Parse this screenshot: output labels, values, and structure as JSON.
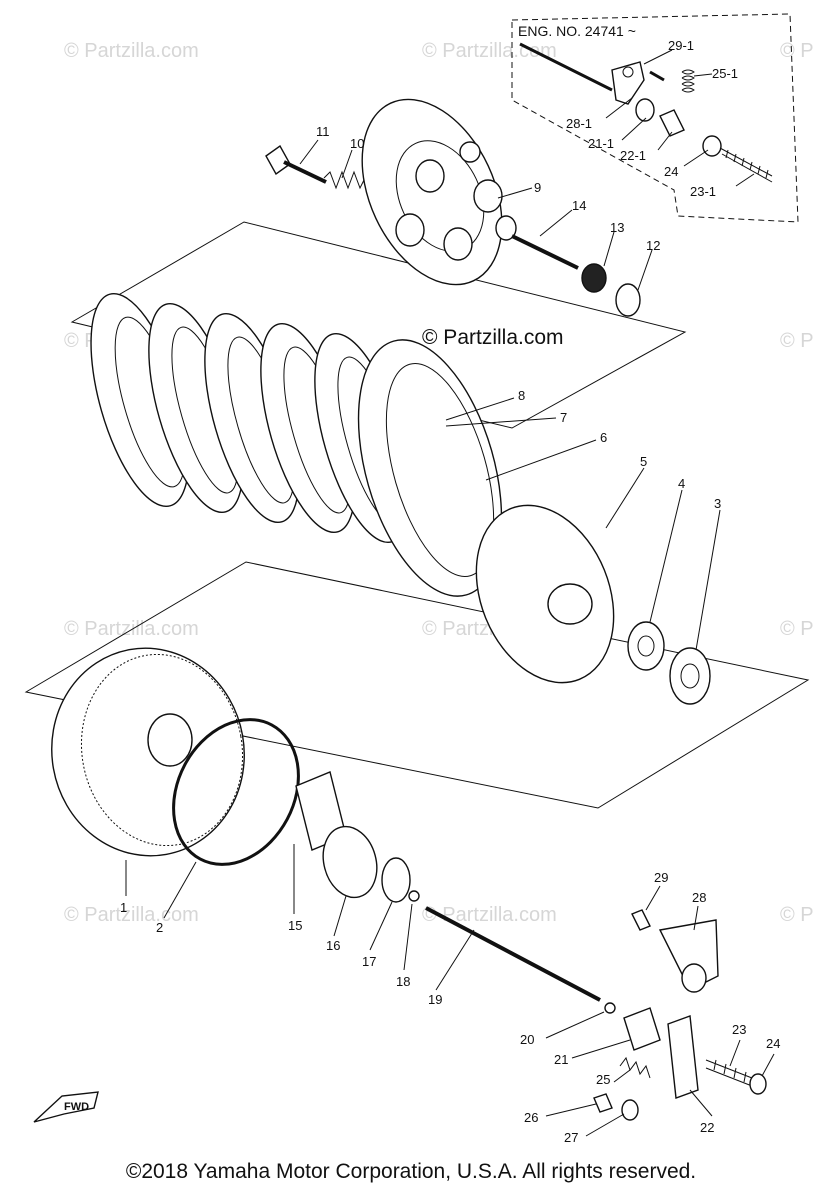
{
  "watermark_text": "© Partzilla.com",
  "center_watermark": "© Partzilla.com",
  "eng_no_label": "ENG. NO. 24741 ~",
  "copyright": "©2018  Yamaha Motor Corporation, U.S.A. All rights reserved.",
  "fwd_label": "FWD",
  "callouts": {
    "c1": "1",
    "c2": "2",
    "c3": "3",
    "c4": "4",
    "c5": "5",
    "c6": "6",
    "c7": "7",
    "c8": "8",
    "c9": "9",
    "c10": "10",
    "c11": "11",
    "c12": "12",
    "c13": "13",
    "c14": "14",
    "c15": "15",
    "c16": "16",
    "c17": "17",
    "c18": "18",
    "c19": "19",
    "c20": "20",
    "c21": "21",
    "c22": "22",
    "c23": "23",
    "c24": "24",
    "c25": "25",
    "c26": "26",
    "c27": "27",
    "c28": "28",
    "c29": "29",
    "c21_1": "21-1",
    "c22_1": "22-1",
    "c23_1": "23-1",
    "c24b": "24",
    "c25_1": "25-1",
    "c28_1": "28-1",
    "c29_1": "29-1"
  }
}
